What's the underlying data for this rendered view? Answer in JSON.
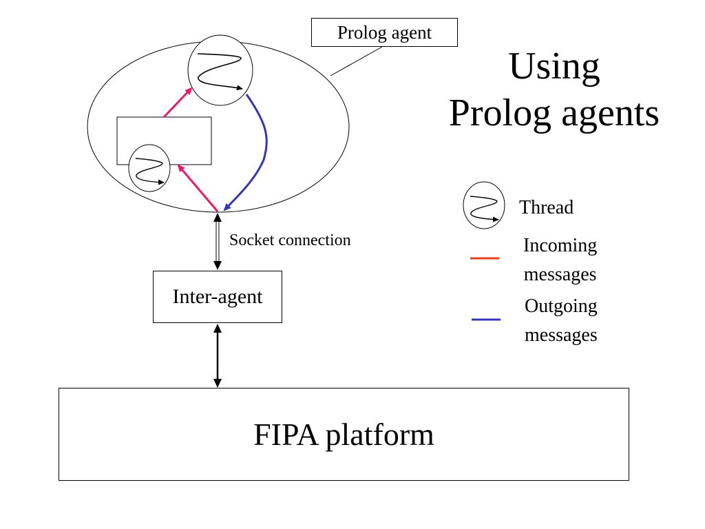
{
  "title": {
    "line1": "Using",
    "line2": "Prolog agents"
  },
  "labels": {
    "prolog_agent": "Prolog agent",
    "socket_connection": "Socket connection",
    "inter_agent": "Inter-agent",
    "fipa_platform": "FIPA platform"
  },
  "legend": {
    "thread": {
      "label": "Thread",
      "icon": "thread-icon"
    },
    "incoming": {
      "line1": "Incoming",
      "line2": "messages",
      "color": "#e8401c"
    },
    "outgoing": {
      "line1": "Outgoing",
      "line2": "messages",
      "color": "#3333bb"
    }
  },
  "colors": {
    "incoming_arrow": "#f0166a",
    "outgoing_arrow": "#3333bb",
    "stroke": "#000000"
  }
}
